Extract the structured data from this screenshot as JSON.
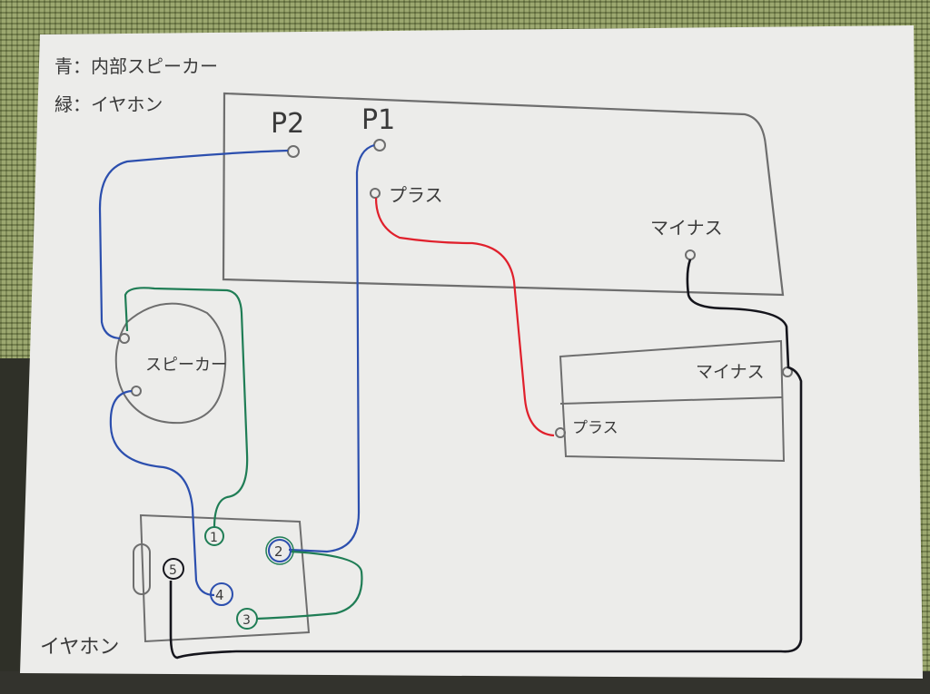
{
  "legend": {
    "blue": "青：内部スピーカー",
    "green": "緑：イヤホン"
  },
  "pin_labels": {
    "p2": "P2",
    "p1": "P1",
    "plus_top": "プラス",
    "minus_top": "マイナス",
    "minus_batt": "マイナス",
    "plus_batt": "プラス"
  },
  "speaker_label": "スピーカー",
  "jack": {
    "label": "イヤホン",
    "pins": [
      "1",
      "2",
      "3",
      "4",
      "5"
    ]
  },
  "colors": {
    "paper": "#ececea",
    "pencil": "#6e6e6e",
    "blue": "#2c4fae",
    "green": "#1f7d55",
    "red": "#e0202c",
    "black": "#15151c"
  }
}
